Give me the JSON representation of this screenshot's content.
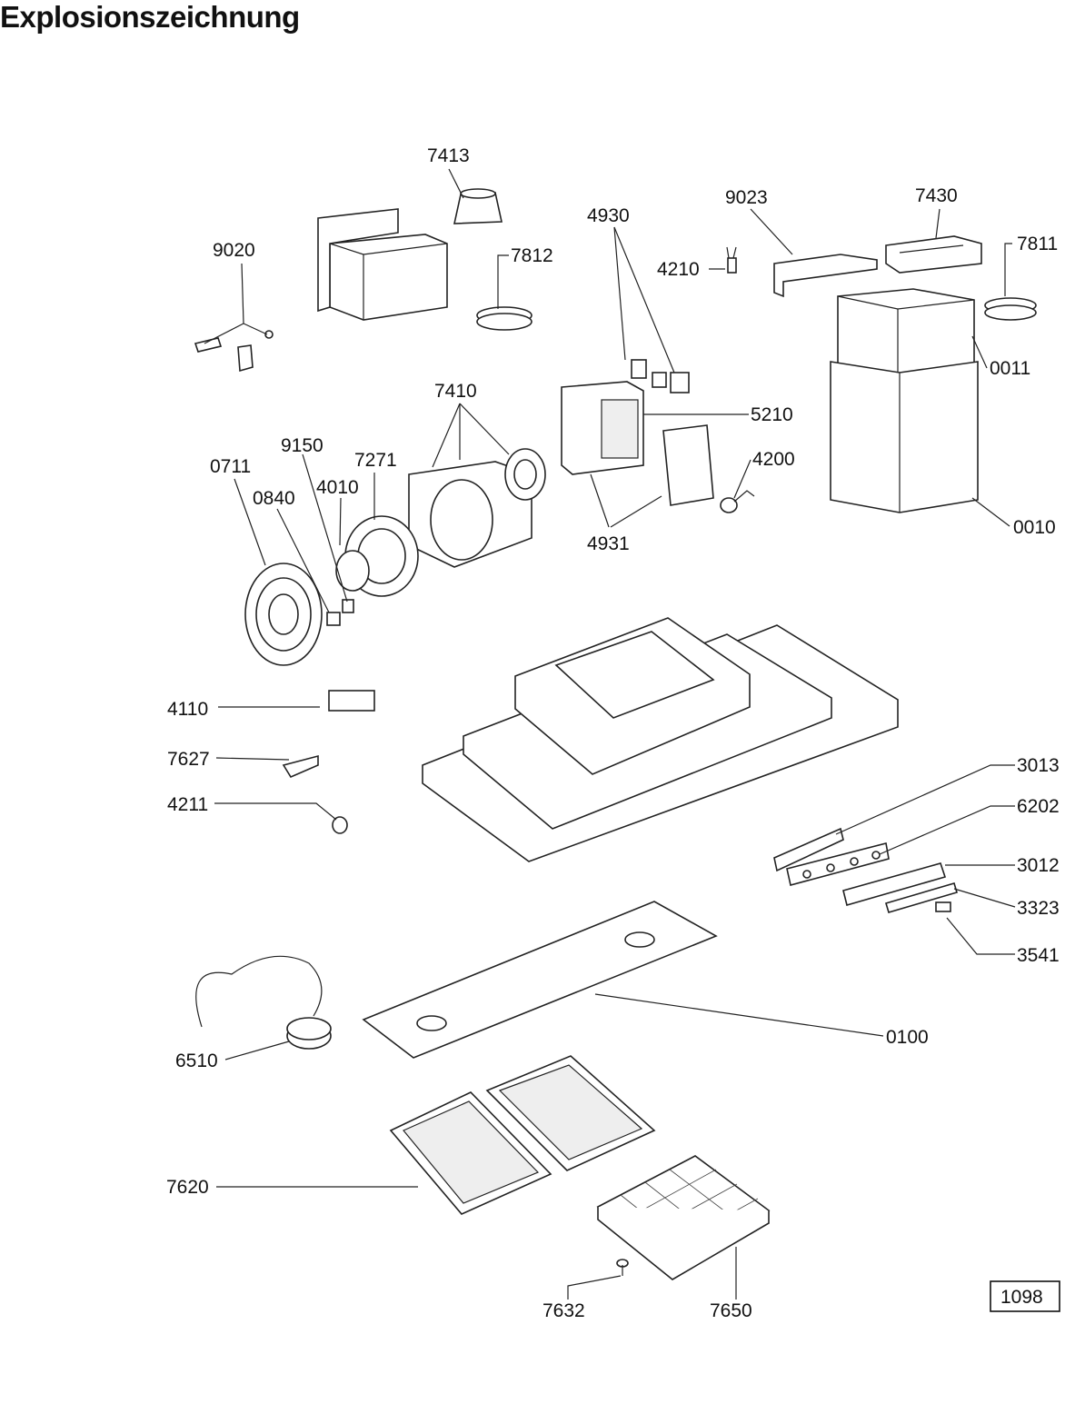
{
  "title": "Explosionszeichnung",
  "page_number": "1098",
  "part_labels": {
    "p7413": "7413",
    "p9020": "9020",
    "p7812": "7812",
    "p4930": "4930",
    "p4210": "4210",
    "p9023": "9023",
    "p7430": "7430",
    "p7811": "7811",
    "p0011": "0011",
    "p7410": "7410",
    "p5210": "5210",
    "p9150": "9150",
    "p7271": "7271",
    "p0711": "0711",
    "p4010": "4010",
    "p0840": "0840",
    "p4200": "4200",
    "p4931": "4931",
    "p0010": "0010",
    "p4110": "4110",
    "p7627": "7627",
    "p4211": "4211",
    "p3013": "3013",
    "p6202": "6202",
    "p3012": "3012",
    "p3323": "3323",
    "p3541": "3541",
    "p6510": "6510",
    "p0100": "0100",
    "p7620": "7620",
    "p7632": "7632",
    "p7650": "7650"
  }
}
